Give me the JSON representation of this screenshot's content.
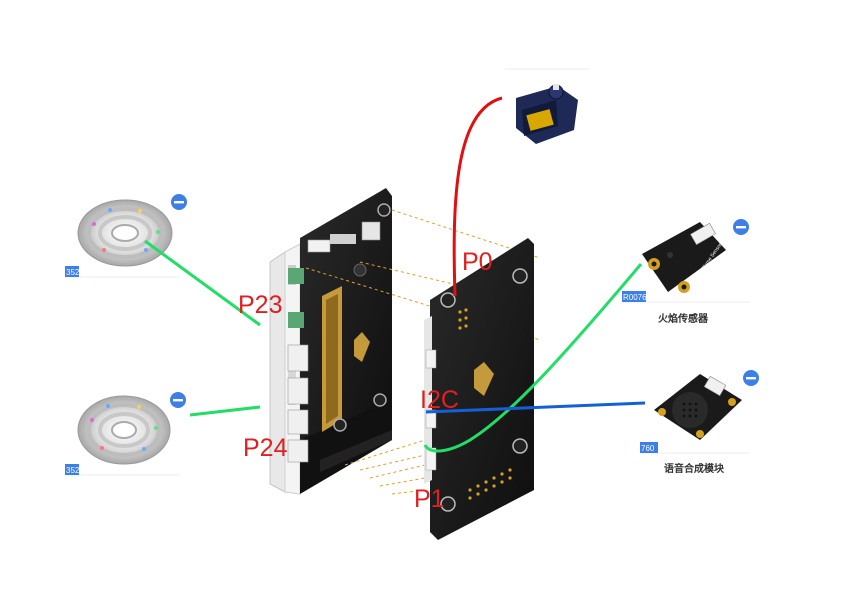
{
  "labels": {
    "p0": "P0",
    "p23": "P23",
    "i2c": "I2C",
    "p24": "P24",
    "p1": "P1"
  },
  "modules": {
    "flame_sensor": {
      "caption": "火焰传感器",
      "tag": "R0076",
      "board_text": "Flame Sensor V2"
    },
    "speech_module": {
      "caption": "语音合成模块",
      "tag": "760"
    },
    "led_strip_top": {
      "tag": "352"
    },
    "led_strip_bottom": {
      "tag": "352"
    },
    "servo": {}
  },
  "wire_colors": {
    "servo": "#e01010",
    "led": "#22dd66",
    "flame": "#22dd66",
    "speech": "#1560d8"
  },
  "colors": {
    "label": "#e02020",
    "remove_badge": "#3d7fe6",
    "tag_bg": "#3d7fe6"
  }
}
